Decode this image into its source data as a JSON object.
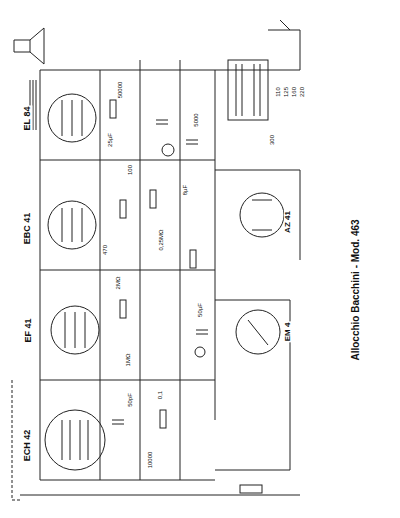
{
  "diagram": {
    "title": "Allocchio Bacchini - Mod. 463",
    "labels": [
      "ECH 42",
      "EF 41",
      "EBC 41",
      "EL 84",
      "AZ 41",
      "EM 4",
      "50000",
      "0,25MΩ",
      "2MΩ",
      "100",
      "5000",
      "1MΩ",
      "50µF",
      "8µF",
      "0,1",
      "470",
      "10000",
      "25µF",
      "300",
      "110",
      "125",
      "160",
      "220",
      "50pF"
    ]
  }
}
